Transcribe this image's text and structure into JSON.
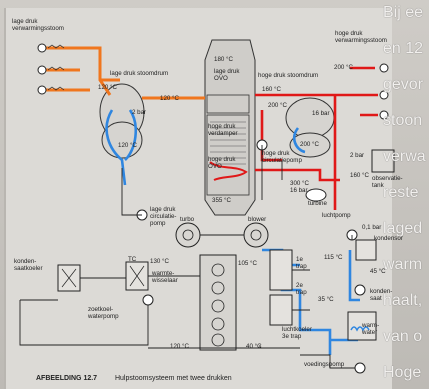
{
  "labels": {
    "lp_steam": "lage druk\nverwarmingsstoom",
    "hp_steam": "hoge druk\nverwarmingsstoom",
    "lp_drum": "lage druk stoomdrum",
    "hp_drum": "hoge druk stoomdrum",
    "lp_ovo": "lage druk\nOVO",
    "hp_ovo": "hoge druk\nverdamper",
    "hp_ovo2": "hoge druk\nOVO",
    "hp_circ": "hoge druk\ncirculatiepomp",
    "lp_circ": "lage druk\ncirculatie-\npomp",
    "cond_cooler": "konden-\nsaatkoeler",
    "heat_exch": "warmte-\nwisselaar",
    "fresh_pump": "zoetkoel-\nwaterpomp",
    "turbo": "turbo",
    "blower": "blower",
    "trap1": "1e\ntrap",
    "trap2": "2e\ntrap",
    "air_cooler": "luchtkoeler\n3e trap",
    "feed_pump": "voedingspomp",
    "air_pump": "luchtpomp",
    "condensor": "kondensor",
    "cond2": "konden-\nsaat",
    "warm": "warm-\nwater",
    "obs": "observatie-\ntank",
    "turbine": "turbine",
    "t180": "180 °C",
    "t120a": "120 °C",
    "t120b": "120 °C",
    "t120c": "120 °C",
    "t160a": "160 °C",
    "t200a": "200 °C",
    "t200b": "200 °C",
    "t200c": "200 °C",
    "t300": "300 °C\n16 bar",
    "t355": "355 °C",
    "t160b": "160 °C",
    "t130": "130 °C",
    "t105": "105 °C",
    "t115": "115 °C",
    "t45": "45 °C",
    "t35": "35 °C",
    "t40": "40 °C",
    "t120d": "120 °C",
    "b2": "2 bar",
    "b16": "16 bar",
    "b2b": "2 bar",
    "b01": "0,1 bar",
    "tc": "TC"
  },
  "caption": {
    "fig": "AFBEELDING 12.7",
    "title": "Hulpstoomsysteem met twee drukken"
  },
  "side_text": [
    "Bij ee",
    "en 12",
    "gevor",
    "stoon",
    "verwa",
    "reste",
    "laged",
    "warm",
    "haalt,",
    "van o",
    "Hoge"
  ]
}
